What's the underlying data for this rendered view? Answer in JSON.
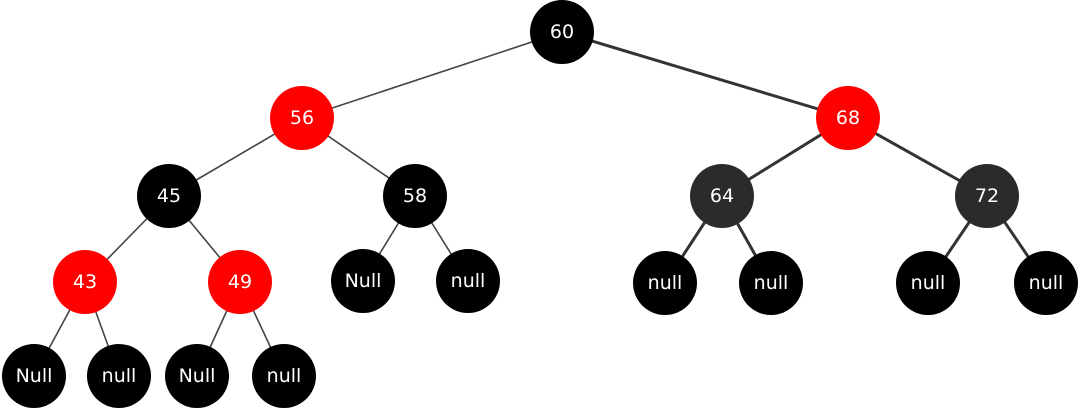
{
  "colors": {
    "red": "#ff0000",
    "black": "#000000",
    "dark": "#2b2b2b",
    "edge_light": "#444444",
    "edge_dark": "#333333"
  },
  "tree": {
    "nodes": [
      {
        "id": "n60",
        "label": "60",
        "color": "black"
      },
      {
        "id": "n56",
        "label": "56",
        "color": "red"
      },
      {
        "id": "n68",
        "label": "68",
        "color": "red"
      },
      {
        "id": "n45",
        "label": "45",
        "color": "black"
      },
      {
        "id": "n58",
        "label": "58",
        "color": "black"
      },
      {
        "id": "n64",
        "label": "64",
        "color": "dark"
      },
      {
        "id": "n72",
        "label": "72",
        "color": "dark"
      },
      {
        "id": "n43",
        "label": "43",
        "color": "red"
      },
      {
        "id": "n49",
        "label": "49",
        "color": "red"
      },
      {
        "id": "l58a",
        "label": "Null",
        "color": "black"
      },
      {
        "id": "l58b",
        "label": "null",
        "color": "black"
      },
      {
        "id": "l64a",
        "label": "null",
        "color": "black"
      },
      {
        "id": "l64b",
        "label": "null",
        "color": "black"
      },
      {
        "id": "l72a",
        "label": "null",
        "color": "black"
      },
      {
        "id": "l72b",
        "label": "null",
        "color": "black"
      },
      {
        "id": "l43a",
        "label": "Null",
        "color": "black"
      },
      {
        "id": "l43b",
        "label": "null",
        "color": "black"
      },
      {
        "id": "l49a",
        "label": "Null",
        "color": "black"
      },
      {
        "id": "l49b",
        "label": "null",
        "color": "black"
      }
    ],
    "edges": [
      {
        "from": "n60",
        "to": "n56",
        "style": "light"
      },
      {
        "from": "n60",
        "to": "n68",
        "style": "dark"
      },
      {
        "from": "n56",
        "to": "n45",
        "style": "light"
      },
      {
        "from": "n56",
        "to": "n58",
        "style": "light"
      },
      {
        "from": "n68",
        "to": "n64",
        "style": "dark"
      },
      {
        "from": "n68",
        "to": "n72",
        "style": "dark"
      },
      {
        "from": "n45",
        "to": "n43",
        "style": "light"
      },
      {
        "from": "n45",
        "to": "n49",
        "style": "light"
      },
      {
        "from": "n58",
        "to": "l58a",
        "style": "light"
      },
      {
        "from": "n58",
        "to": "l58b",
        "style": "light"
      },
      {
        "from": "n64",
        "to": "l64a",
        "style": "dark"
      },
      {
        "from": "n64",
        "to": "l64b",
        "style": "dark"
      },
      {
        "from": "n72",
        "to": "l72a",
        "style": "dark"
      },
      {
        "from": "n72",
        "to": "l72b",
        "style": "dark"
      },
      {
        "from": "n43",
        "to": "l43a",
        "style": "light"
      },
      {
        "from": "n43",
        "to": "l43b",
        "style": "light"
      },
      {
        "from": "n49",
        "to": "l49a",
        "style": "light"
      },
      {
        "from": "n49",
        "to": "l49b",
        "style": "light"
      }
    ]
  }
}
